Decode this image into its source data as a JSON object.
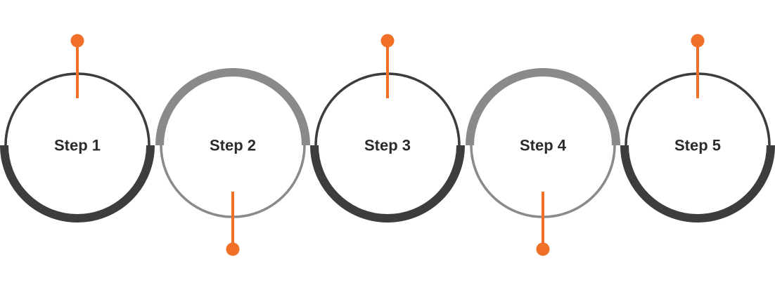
{
  "colors": {
    "dark": "#3d3d3d",
    "gray": "#8a8a8a",
    "accent": "#f07028",
    "text": "#2b2b2b",
    "background": "#ffffff"
  },
  "steps": [
    {
      "label": "Step 1",
      "thick_arc": "bottom",
      "ring_color": "dark",
      "marker": "top"
    },
    {
      "label": "Step 2",
      "thick_arc": "top",
      "ring_color": "gray",
      "marker": "bottom"
    },
    {
      "label": "Step 3",
      "thick_arc": "bottom",
      "ring_color": "dark",
      "marker": "top"
    },
    {
      "label": "Step 4",
      "thick_arc": "top",
      "ring_color": "gray",
      "marker": "bottom"
    },
    {
      "label": "Step 5",
      "thick_arc": "bottom",
      "ring_color": "dark",
      "marker": "top"
    }
  ]
}
